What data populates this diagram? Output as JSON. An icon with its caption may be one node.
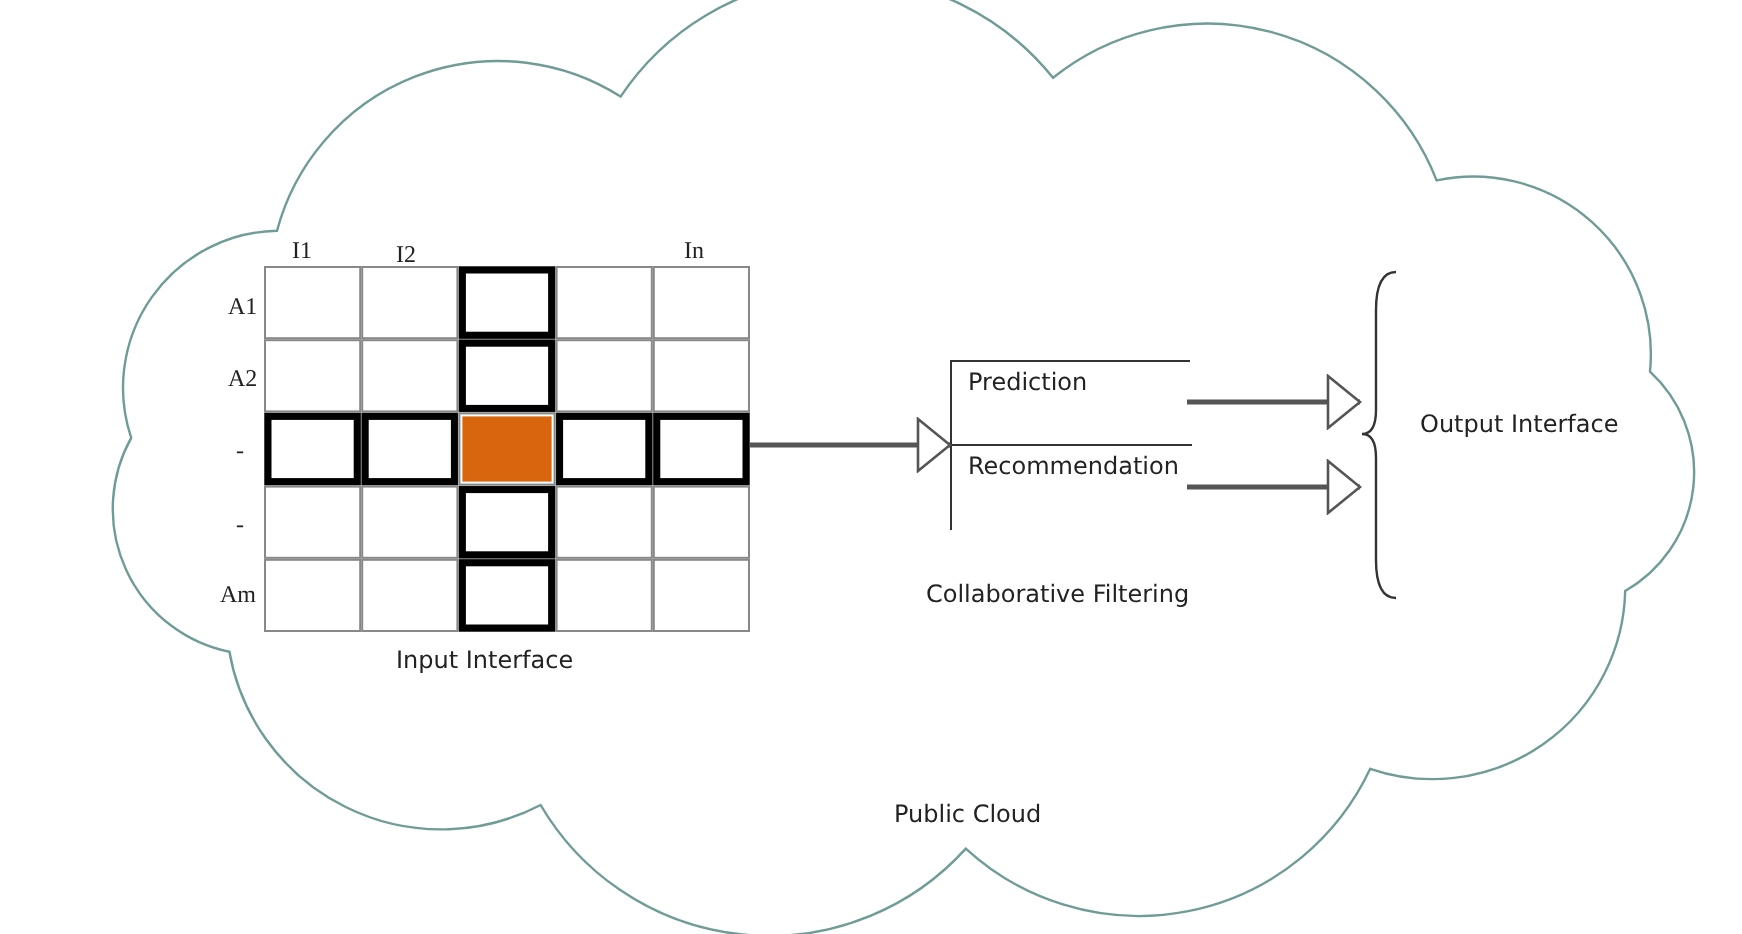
{
  "diagram": {
    "nodes": [
      {
        "text": [
          "Public Cloud"
        ]
      },
      {
        "text": [
          "Input Interface"
        ],
        "in": 0,
        "beside": [
          "I1",
          "I2",
          "In",
          "A1",
          "A2",
          "-",
          "-",
          "Am"
        ]
      },
      {
        "text": [],
        "shape": "box",
        "beside": [
          "Collaborative Filtering"
        ],
        "in": 0
      },
      {
        "text": [
          "Prediction"
        ],
        "in": 2
      },
      {
        "text": [
          "Recommendation"
        ],
        "in": 2
      },
      {
        "text": [
          "Output Interface"
        ],
        "in": 0
      }
    ],
    "edges": [
      {
        "from": 1,
        "to": 2,
        "arrow": "to"
      },
      {
        "from": 3,
        "to": 5,
        "arrow": "to"
      },
      {
        "from": 4,
        "to": 5,
        "arrow": "to"
      }
    ]
  }
}
